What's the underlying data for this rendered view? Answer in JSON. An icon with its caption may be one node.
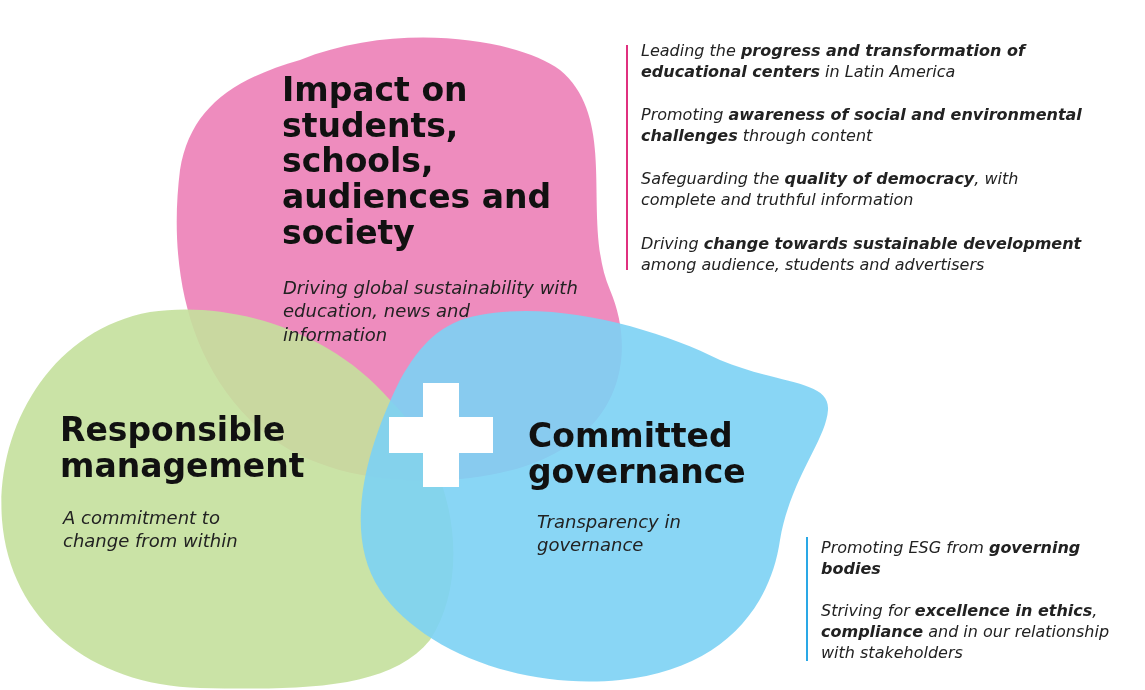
{
  "diagram": {
    "nodes": [
      {
        "text": [
          "Impact on students, schools, audiences and society",
          "Driving global sustainability with education, news and information"
        ]
      },
      {
        "text": [
          "Responsible management",
          "A commitment to change from within"
        ]
      },
      {
        "text": [
          "Committed governance",
          "Transparency in governance"
        ]
      }
    ],
    "labels": [
      "Leading the **progress and transformation of educational centers** in Latin America",
      "Promoting **awareness of social and environmental challenges** through content",
      "Safeguarding the **quality of democracy**, with complete and truthful information",
      "Driving **change towards sustainable development** among audience, students and advertisers",
      "Promoting ESG from **governing bodies**",
      "Striving for **excellence in ethics**, **compliance** and in our relationship with stakeholders"
    ]
  }
}
